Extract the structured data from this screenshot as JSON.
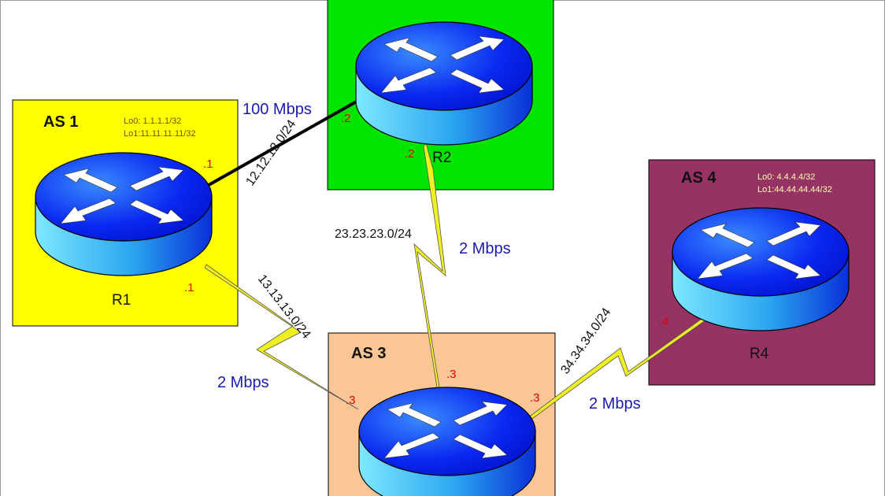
{
  "colors": {
    "as1": "#ffff00",
    "as2": "#00e400",
    "as3": "#fac696",
    "as4": "#963264",
    "serial_link": "#f0f020",
    "ethernet_link": "#000000",
    "router_top": "#0a14ff",
    "router_side": "#40c8f0",
    "speed_text": "#1a1ab0",
    "ip_text": "#e00000",
    "loopback_as1": "#7a4a00",
    "loopback_as4": "#ffffb0"
  },
  "icons": {
    "router": "router-icon"
  },
  "areas": {
    "as1": {
      "title": "AS 1",
      "lo0": "Lo0: 1.1.1.1/32",
      "lo1": "Lo1:11.11.11.11/32"
    },
    "as3": {
      "title": "AS 3"
    },
    "as4": {
      "title": "AS 4",
      "lo0": "Lo0: 4.4.4.4/32",
      "lo1": "Lo1:44.44.44.44/32"
    }
  },
  "routers": {
    "r1": {
      "name": "R1"
    },
    "r2": {
      "name": "R2"
    },
    "r4": {
      "name": "R4"
    }
  },
  "links": {
    "r1_r2": {
      "subnet": "12.12.12.0/24",
      "speed": "100 Mbps",
      "ip_a": ".1",
      "ip_b": ".2"
    },
    "r2_r3": {
      "subnet": "23.23.23.0/24",
      "speed": "2 Mbps",
      "ip_a": ".2",
      "ip_b": ".3"
    },
    "r1_r3": {
      "subnet": "13.13.13.0/24",
      "speed": "2 Mbps",
      "ip_a": ".1",
      "ip_b": ".3"
    },
    "r3_r4": {
      "subnet": "34.34.34.0/24",
      "speed": "2 Mbps",
      "ip_a": ".3",
      "ip_b": ".4"
    }
  }
}
